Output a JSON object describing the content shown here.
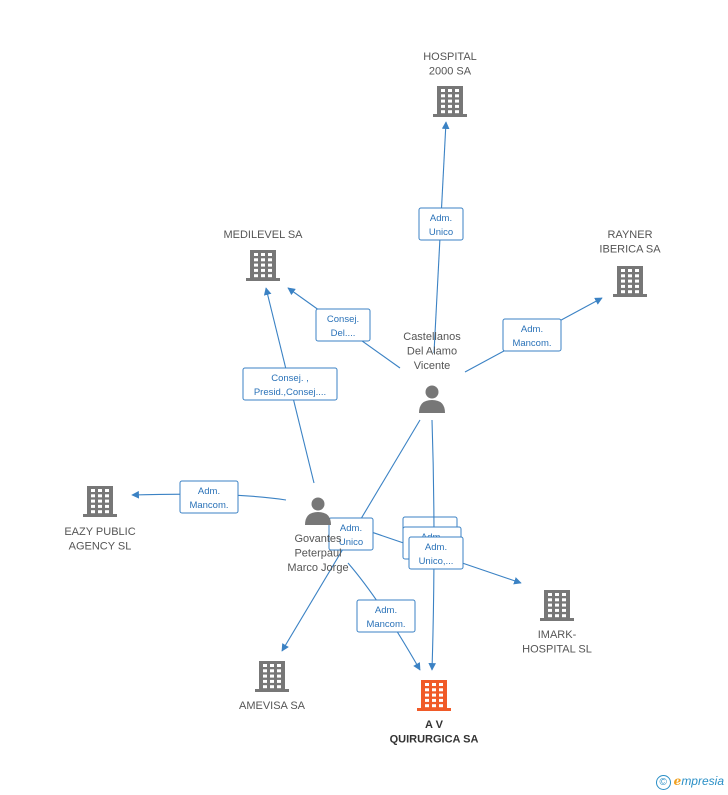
{
  "colors": {
    "edge": "#3b82c4",
    "node": "#777777",
    "focus": "#f05a28"
  },
  "nodes": {
    "hospital2000": {
      "type": "company",
      "icon": "building-icon",
      "lines": [
        "HOSPITAL",
        "2000 SA"
      ]
    },
    "medilevel": {
      "type": "company",
      "icon": "building-icon",
      "lines": [
        "MEDILEVEL SA"
      ]
    },
    "rayner": {
      "type": "company",
      "icon": "building-icon",
      "lines": [
        "RAYNER",
        "IBERICA SA"
      ]
    },
    "castellanos": {
      "type": "person",
      "icon": "person-icon",
      "lines": [
        "Castellanos",
        "Del Alamo",
        "Vicente"
      ]
    },
    "eazy": {
      "type": "company",
      "icon": "building-icon",
      "lines": [
        "EAZY PUBLIC",
        "AGENCY  SL"
      ]
    },
    "govantes": {
      "type": "person",
      "icon": "person-icon",
      "lines": [
        "Govantes",
        "Peterpaul",
        "Marco Jorge"
      ]
    },
    "imark": {
      "type": "company",
      "icon": "building-icon",
      "lines": [
        "IMARK-",
        "HOSPITAL SL"
      ]
    },
    "amevisa": {
      "type": "company",
      "icon": "building-icon",
      "lines": [
        "AMEVISA SA"
      ]
    },
    "av": {
      "type": "company",
      "icon": "building-icon",
      "focus": true,
      "lines": [
        "A V",
        "QUIRURGICA SA"
      ]
    }
  },
  "edges": [
    {
      "id": "castellanos-hospital2000",
      "lines": [
        "Adm.",
        "Unico"
      ]
    },
    {
      "id": "castellanos-medilevel",
      "lines": [
        "Consej.",
        "Del...."
      ]
    },
    {
      "id": "castellanos-rayner",
      "lines": [
        "Adm.",
        "Mancom."
      ]
    },
    {
      "id": "govantes-medilevel",
      "lines": [
        "Consej. ,",
        "Presid.,Consej...."
      ]
    },
    {
      "id": "govantes-eazy",
      "lines": [
        "Adm.",
        "Mancom."
      ]
    },
    {
      "id": "castellanos-amevisa",
      "lines": [
        "Adm.",
        "Unico"
      ]
    },
    {
      "id": "govantes-imark",
      "lines": [
        "Adm.",
        "Mancom."
      ]
    },
    {
      "id": "castellanos-av",
      "lines": [
        "Adm.",
        "Unico,..."
      ]
    },
    {
      "id": "govantes-av",
      "lines": [
        "Adm.",
        "Mancom."
      ]
    }
  ],
  "brand": {
    "copyright": "©",
    "first": "e",
    "rest": "mpresia"
  }
}
